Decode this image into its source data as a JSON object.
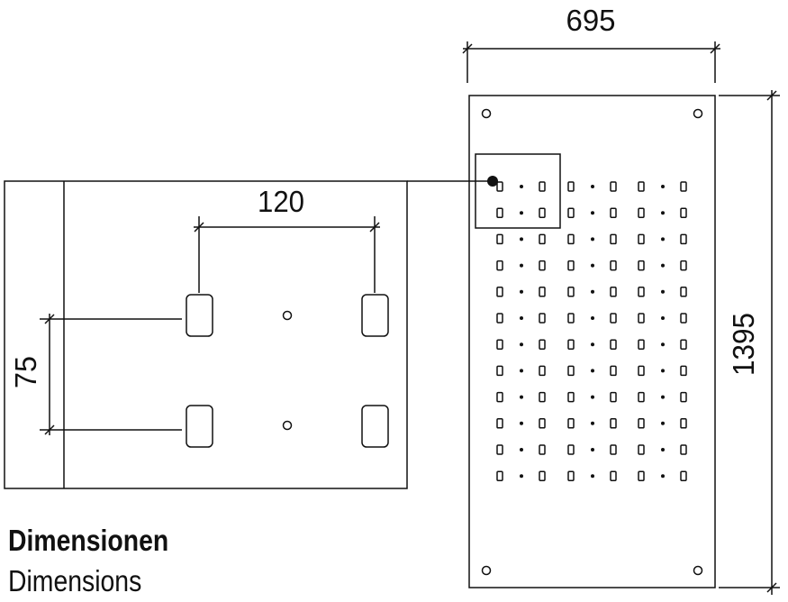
{
  "dimensions": {
    "panel_width": "695",
    "panel_height": "1395",
    "detail_spacing_horizontal": "120",
    "detail_spacing_vertical": "75"
  },
  "caption": {
    "title": "Dimensionen",
    "subtitle": "Dimensions"
  },
  "nozzle_grid": {
    "rows": 12,
    "column_groups": 3
  }
}
